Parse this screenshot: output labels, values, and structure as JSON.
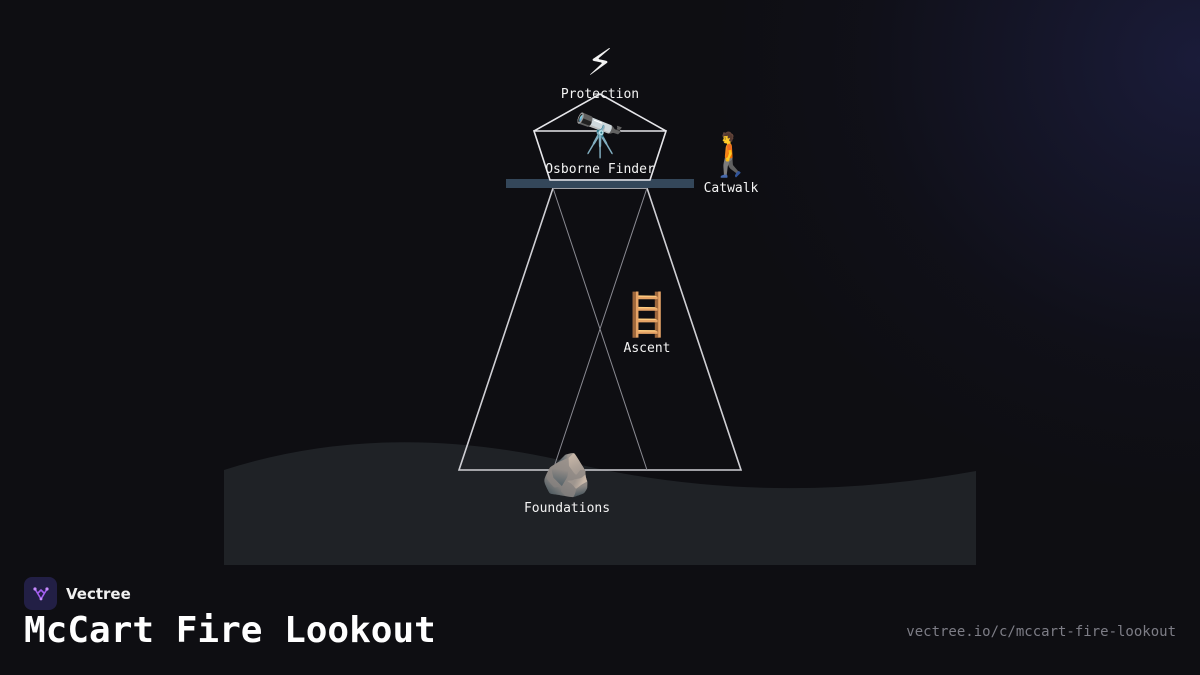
{
  "brand": {
    "name": "Vectree",
    "logo_icon": "vectree-logo-icon"
  },
  "title": "McCart Fire Lookout",
  "url": "vectree.io/c/mccart-fire-lookout",
  "nodes": [
    {
      "id": "protection",
      "label": "Protection",
      "icon": "lightning-icon",
      "glyph": "⚡"
    },
    {
      "id": "osborne-finder",
      "label": "Osborne Finder",
      "icon": "telescope-icon",
      "glyph": "🔭"
    },
    {
      "id": "catwalk",
      "label": "Catwalk",
      "icon": "person-walking-icon",
      "glyph": "🚶"
    },
    {
      "id": "ascent",
      "label": "Ascent",
      "icon": "ladder-icon",
      "glyph": "🪜"
    },
    {
      "id": "foundations",
      "label": "Foundations",
      "icon": "rock-icon",
      "glyph": "🪨"
    }
  ],
  "colors": {
    "background": "#0e0e12",
    "ground": "#1f2226",
    "catwalk_deck": "#34475a",
    "structure_lines": "#d8d8dc",
    "brand_logo_bg": "#221f45",
    "brand_logo_accent": "#a35ef0"
  }
}
